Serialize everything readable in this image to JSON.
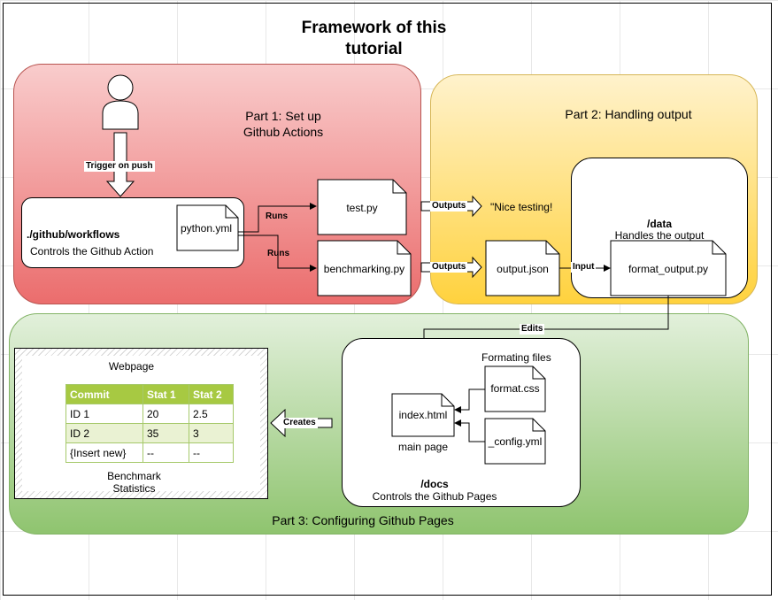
{
  "title_line1": "Framework of this",
  "title_line2": "tutorial",
  "part1": {
    "label_line1": "Part 1: Set up",
    "label_line2": "Github Actions"
  },
  "part2": {
    "label": "Part 2: Handling output"
  },
  "part3": {
    "label": "Part 3: Configuring Github Pages"
  },
  "trigger_label": "Trigger on push",
  "workflows": {
    "title": "./github/workflows",
    "subtitle": "Controls the Github Action",
    "file": "python.yml"
  },
  "runs_label_1": "Runs",
  "runs_label_2": "Runs",
  "test_file": "test.py",
  "bench_file": "benchmarking.py",
  "outputs_label_1": "Outputs",
  "outputs_label_2": "Outputs",
  "nice_testing": "\"Nice testing!",
  "output_json": "output.json",
  "input_label": "Input",
  "data_folder": {
    "title": "/data",
    "subtitle": "Handles the output",
    "file": "format_output.py"
  },
  "edits_label": "Edits",
  "docs_folder": {
    "formatting_label": "Formating files",
    "format_css": "format.css",
    "config_yml": "_config.yml",
    "index_html": "index.html",
    "main_page": "main page",
    "title": "/docs",
    "subtitle": "Controls the Github Pages"
  },
  "creates_label": "Creates",
  "webpage": {
    "title": "Webpage",
    "caption_line1": "Benchmark",
    "caption_line2": "Statistics",
    "headers": [
      "Commit",
      "Stat 1",
      "Stat 2"
    ],
    "rows": [
      [
        "ID 1",
        "20",
        "2.5"
      ],
      [
        "ID 2",
        "35",
        "3"
      ],
      [
        "{Insert new}",
        "--",
        "--"
      ]
    ]
  },
  "colors": {
    "part1_top": "#f9cccc",
    "part1_bottom": "#eb6d6d",
    "part2_top": "#fff2cc",
    "part2_bottom": "#ffd23e",
    "part3_top": "#e2f0db",
    "part3_bottom": "#8fc46f",
    "table_header": "#a7c942",
    "table_alt_row": "#eaf2d3"
  }
}
